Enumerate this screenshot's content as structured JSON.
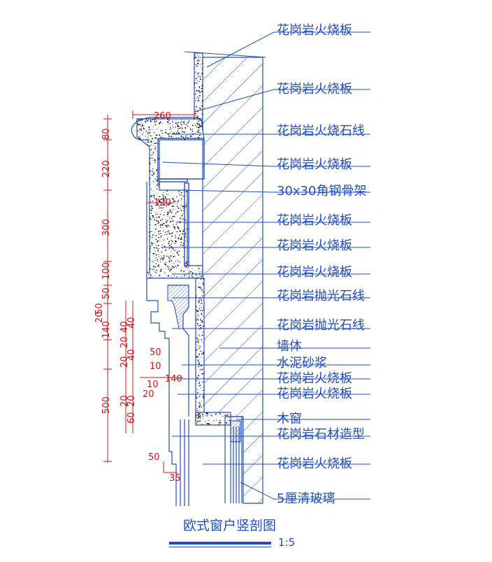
{
  "colors": {
    "line": "#1f4fbf",
    "dim": "#d0141a",
    "speckle": "#0a0a0a"
  },
  "labels": [
    "花岗岩火烧板",
    "花岗岩火烧板",
    "花岗岩火烧石线",
    "花岗岩火烧板",
    "30x30角钢骨架",
    "花岗岩火烧板",
    "花岗岩火烧板",
    "花岗岩火烧板",
    "花岗岩抛光石线",
    "花岗岩抛光石线",
    "墙体",
    "水泥砂浆",
    "花岗岩火烧板",
    "花岗岩火烧板",
    "木窗",
    "花岗岩石材造型",
    "花岗岩火烧板",
    "5厘清玻璃"
  ],
  "dims_vertical": [
    "80",
    "220",
    "300",
    "100",
    "50",
    "50",
    "20",
    "140",
    "40",
    "20",
    "20",
    "40",
    "40",
    "500",
    "20",
    "20",
    "60"
  ],
  "dims_horizontal": [
    "260",
    "120",
    "50",
    "10",
    "140",
    "10",
    "20",
    "50",
    "35"
  ],
  "title": "欧式窗户竖剖图",
  "scale": "1:5"
}
